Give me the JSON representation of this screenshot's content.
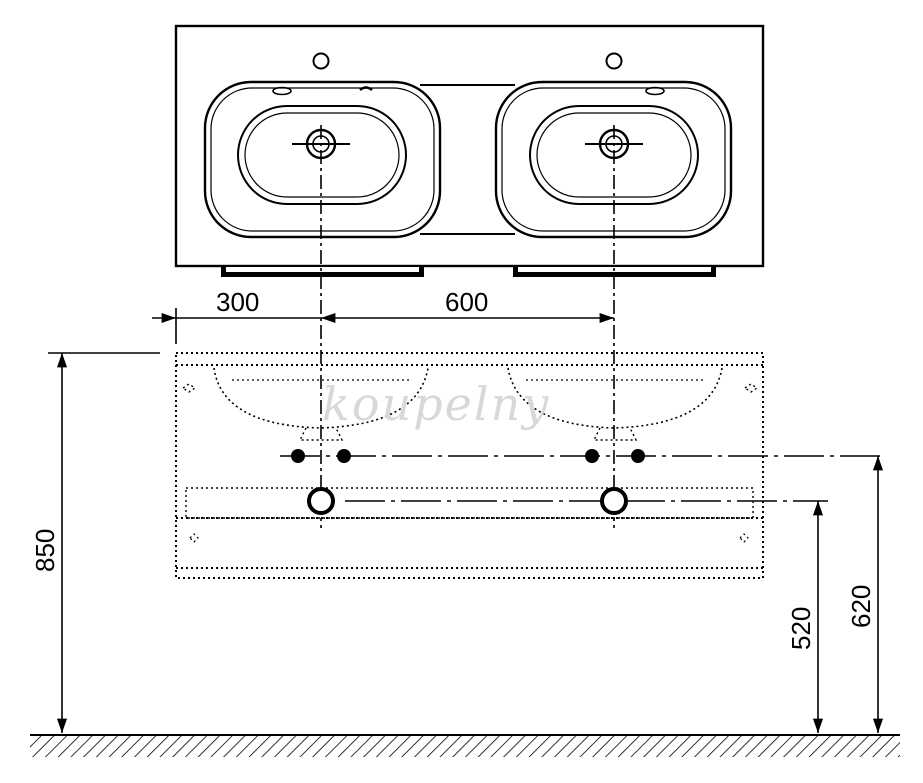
{
  "dimensions": {
    "left_offset": "300",
    "center_spacing": "600",
    "total_height": "850",
    "lower_height": "520",
    "upper_height": "620"
  },
  "watermark": "koupelny",
  "colors": {
    "line": "#000000",
    "background": "#ffffff",
    "watermark": "#d8d8d8"
  }
}
